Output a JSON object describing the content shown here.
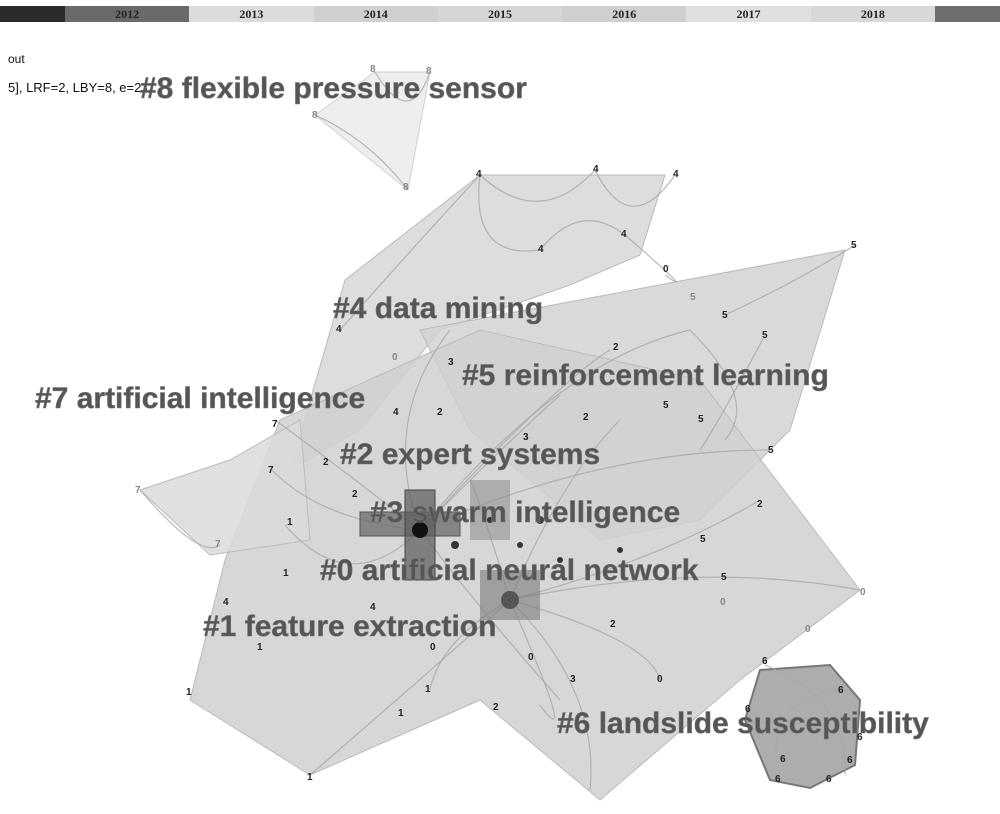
{
  "timeline": {
    "colors": [
      "#2b2b2b",
      "#6a6a6a",
      "#dcdcdc",
      "#d0d0d0",
      "#d6d6d6",
      "#cfcfcf",
      "#e0e0e0",
      "#d8d8d8",
      "#6e6e6e"
    ],
    "years": [
      "",
      "2012",
      "2013",
      "2014",
      "2015",
      "2016",
      "2017",
      "2018",
      ""
    ]
  },
  "info": {
    "line1": "out",
    "line2": "5], LRF=2, LBY=8, e=2.0"
  },
  "clusters": [
    {
      "id": "cluster-8",
      "label": "#8 flexible pressure sensor"
    },
    {
      "id": "cluster-4",
      "label": "#4 data mining"
    },
    {
      "id": "cluster-5",
      "label": "#5 reinforcement learning"
    },
    {
      "id": "cluster-7",
      "label": "#7 artificial intelligence"
    },
    {
      "id": "cluster-2",
      "label": "#2 expert systems"
    },
    {
      "id": "cluster-3",
      "label": "#3 swarm intelligence"
    },
    {
      "id": "cluster-0",
      "label": "#0 artificial neural network"
    },
    {
      "id": "cluster-1",
      "label": "#1 feature extraction"
    },
    {
      "id": "cluster-6",
      "label": "#6 landslide susceptibility"
    }
  ],
  "node_labels": [
    "8",
    "8",
    "8",
    "8",
    "4",
    "4",
    "4",
    "4",
    "4",
    "4",
    "5",
    "5",
    "5",
    "5",
    "5",
    "4",
    "0",
    "3",
    "2",
    "2",
    "2",
    "5",
    "5",
    "7",
    "7",
    "7",
    "7",
    "2",
    "2",
    "3",
    "2",
    "5",
    "2",
    "1",
    "1",
    "1",
    "1",
    "1",
    "1",
    "4",
    "4",
    "1",
    "0",
    "3",
    "0",
    "2",
    "0",
    "0",
    "5",
    "0",
    "0",
    "0",
    "6",
    "6",
    "6",
    "6",
    "6",
    "6",
    "6",
    "6"
  ]
}
